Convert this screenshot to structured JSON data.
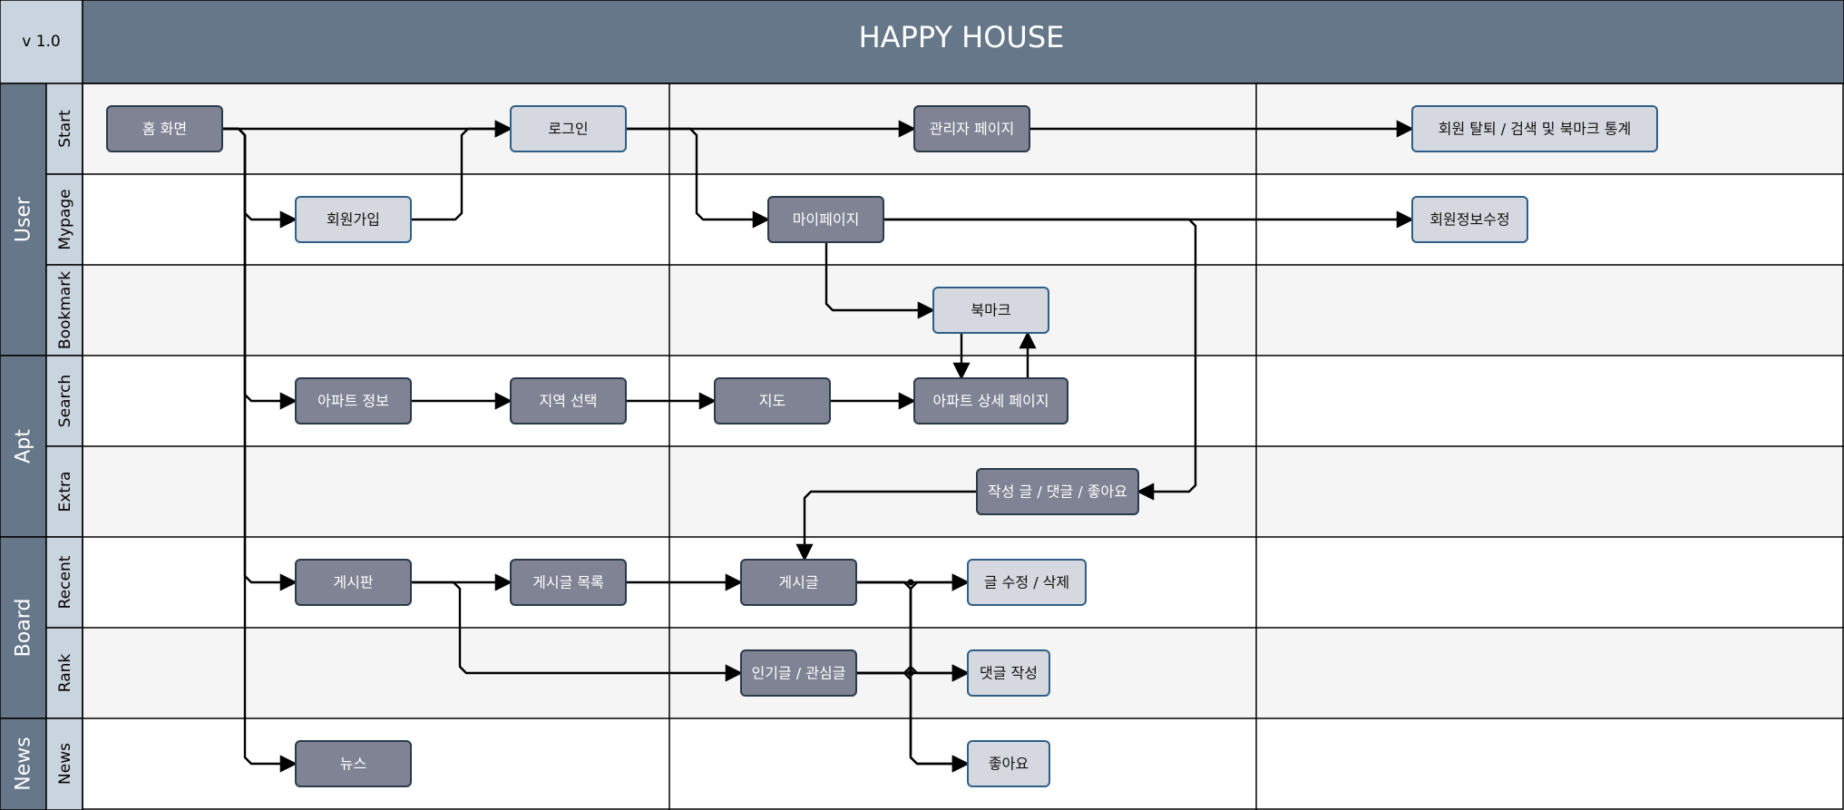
{
  "version": "v 1.0",
  "title": "HAPPY HOUSE",
  "groups": [
    {
      "key": "user",
      "label": "User"
    },
    {
      "key": "apt",
      "label": "Apt"
    },
    {
      "key": "board",
      "label": "Board"
    },
    {
      "key": "news",
      "label": "News"
    }
  ],
  "lanes": [
    {
      "key": "start",
      "label": "Start"
    },
    {
      "key": "mypage",
      "label": "Mypage"
    },
    {
      "key": "bookmark",
      "label": "Bookmark"
    },
    {
      "key": "search",
      "label": "Search"
    },
    {
      "key": "extra",
      "label": "Extra"
    },
    {
      "key": "recent",
      "label": "Recent"
    },
    {
      "key": "rank",
      "label": "Rank"
    },
    {
      "key": "news",
      "label": "News"
    }
  ],
  "nodes": [
    {
      "id": "home",
      "label": "홈 화면",
      "style": "dark"
    },
    {
      "id": "login",
      "label": "로그인",
      "style": "light"
    },
    {
      "id": "admin",
      "label": "관리자 페이지",
      "style": "dark"
    },
    {
      "id": "stats",
      "label": "회원 탈퇴 /  검색 및 북마크 통계",
      "style": "light"
    },
    {
      "id": "signup",
      "label": "회원가입",
      "style": "light"
    },
    {
      "id": "mypage",
      "label": "마이페이지",
      "style": "dark"
    },
    {
      "id": "profile_edit",
      "label": "회원정보수정",
      "style": "light"
    },
    {
      "id": "bookmark",
      "label": "북마크",
      "style": "light"
    },
    {
      "id": "apt_info",
      "label": "아파트 정보",
      "style": "dark"
    },
    {
      "id": "region",
      "label": "지역 선택",
      "style": "dark"
    },
    {
      "id": "map",
      "label": "지도",
      "style": "dark"
    },
    {
      "id": "apt_detail",
      "label": "아파트 상세 페이지",
      "style": "dark"
    },
    {
      "id": "my_activity",
      "label": "작성 글 / 댓글 / 좋아요",
      "style": "dark"
    },
    {
      "id": "board",
      "label": "게시판",
      "style": "dark"
    },
    {
      "id": "post_list",
      "label": "게시글 목록",
      "style": "dark"
    },
    {
      "id": "post",
      "label": "게시글",
      "style": "dark"
    },
    {
      "id": "post_edit",
      "label": "글 수정 / 삭제",
      "style": "light"
    },
    {
      "id": "popular",
      "label": "인기글 / 관심글",
      "style": "dark"
    },
    {
      "id": "comment",
      "label": "댓글 작성",
      "style": "light"
    },
    {
      "id": "news",
      "label": "뉴스",
      "style": "dark"
    },
    {
      "id": "like",
      "label": "좋아요",
      "style": "light"
    }
  ],
  "edges": [
    {
      "from": "home",
      "to": "login"
    },
    {
      "from": "home",
      "to": "signup"
    },
    {
      "from": "home",
      "to": "apt_info"
    },
    {
      "from": "home",
      "to": "board"
    },
    {
      "from": "home",
      "to": "news"
    },
    {
      "from": "signup",
      "to": "login"
    },
    {
      "from": "login",
      "to": "admin"
    },
    {
      "from": "login",
      "to": "mypage"
    },
    {
      "from": "admin",
      "to": "stats"
    },
    {
      "from": "mypage",
      "to": "profile_edit"
    },
    {
      "from": "mypage",
      "to": "bookmark"
    },
    {
      "from": "mypage",
      "to": "my_activity"
    },
    {
      "from": "bookmark",
      "to": "apt_detail"
    },
    {
      "from": "apt_detail",
      "to": "bookmark"
    },
    {
      "from": "apt_info",
      "to": "region"
    },
    {
      "from": "region",
      "to": "map"
    },
    {
      "from": "map",
      "to": "apt_detail"
    },
    {
      "from": "my_activity",
      "to": "post"
    },
    {
      "from": "board",
      "to": "post_list"
    },
    {
      "from": "board",
      "to": "popular"
    },
    {
      "from": "post_list",
      "to": "post"
    },
    {
      "from": "post",
      "to": "post_edit"
    },
    {
      "from": "post",
      "to": "comment"
    },
    {
      "from": "post",
      "to": "like"
    },
    {
      "from": "popular",
      "to": "post_edit"
    },
    {
      "from": "popular",
      "to": "comment"
    },
    {
      "from": "popular",
      "to": "like"
    }
  ],
  "colors": {
    "header_bg": "#657789",
    "side_bg": "#657789",
    "lane_label_bg": "#c9d4de",
    "version_bg": "#c9d4de",
    "row_alt": "#f5f5f5",
    "node_dark": "#7f8394",
    "node_light": "#d5d8de",
    "node_border": "#2a3a4a",
    "light_border": "#2f5f88",
    "arrow": "#000000"
  }
}
